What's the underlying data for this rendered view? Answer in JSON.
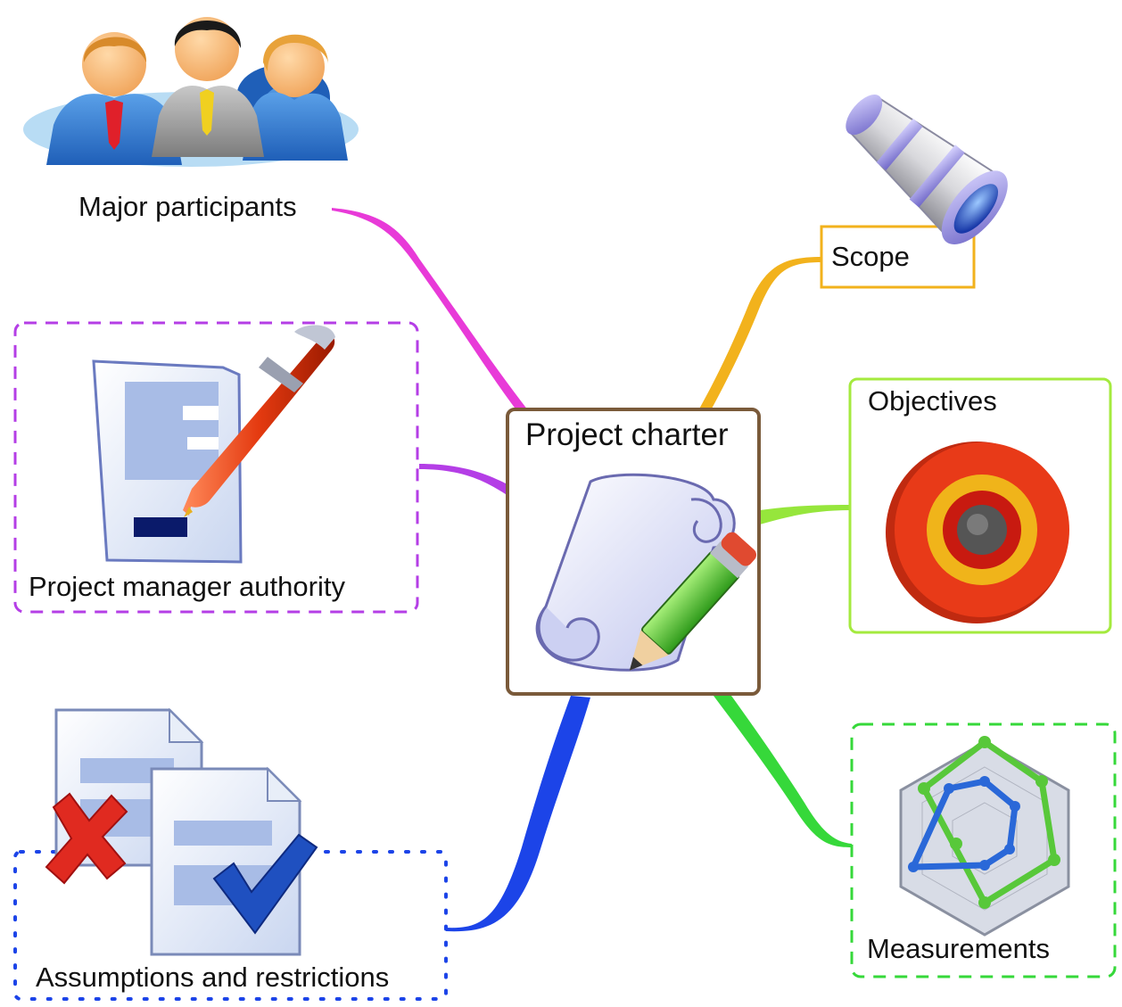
{
  "center": {
    "label": "Project charter",
    "icon": "scroll-with-pencil-icon"
  },
  "branches": [
    {
      "id": "major-participants",
      "label": "Major participants",
      "icon": "people-group-icon",
      "color": "#e83ad8"
    },
    {
      "id": "project-manager-authority",
      "label": "Project manager authority",
      "icon": "document-signing-pen-icon",
      "color": "#b43ee6"
    },
    {
      "id": "assumptions-restrictions",
      "label": "Assumptions and restrictions",
      "icon": "documents-cross-check-icon",
      "color": "#1c44e8"
    },
    {
      "id": "scope",
      "label": "Scope",
      "icon": "telescope-icon",
      "color": "#f2b21c"
    },
    {
      "id": "objectives",
      "label": "Objectives",
      "icon": "target-icon",
      "color": "#96e63c"
    },
    {
      "id": "measurements",
      "label": "Measurements",
      "icon": "radar-chart-icon",
      "color": "#36d83a"
    }
  ],
  "colors": {
    "center_border": "#7a5a3a"
  }
}
